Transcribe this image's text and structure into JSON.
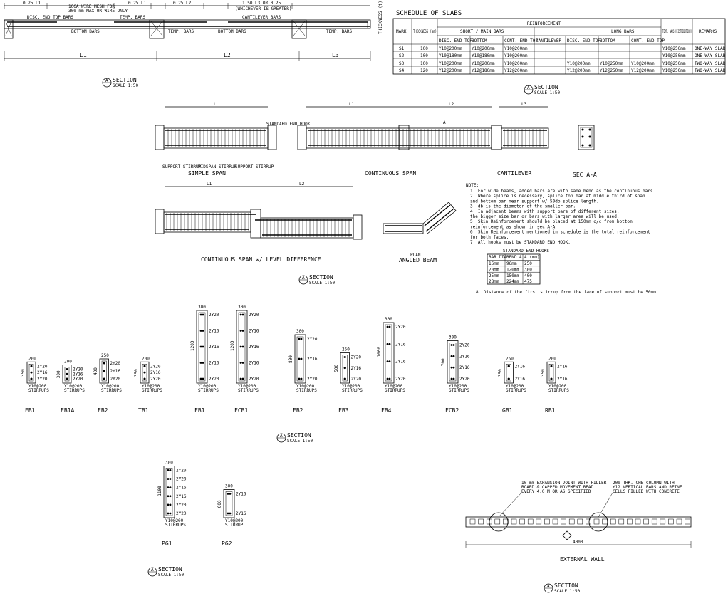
{
  "slab_section": {
    "dims_top": [
      "0.25 L1",
      "0.25 L1",
      "0.25 L2",
      "1.50 L3 OR 0.25 L",
      "(WHICHEVER IS GREATER)"
    ],
    "wire_mesh_note": [
      "10GA WIRE MESH FOR",
      "300 mm MAX OR WIRE ONLY"
    ],
    "bar_labels": [
      "DISC. END TOP BARS",
      "BOTTOM BARS",
      "TEMP. BARS",
      "TEMP. BARS",
      "BOTTOM BARS",
      "CANTILEVER BARS",
      "TEMP. BARS"
    ],
    "thickness_label": "THICKNESS (t)",
    "spans": [
      "L1",
      "L2",
      "L3"
    ]
  },
  "section_marks": [
    {
      "letter": "A",
      "title": "SECTION",
      "scale": "SCALE 1:50"
    },
    {
      "letter": "A",
      "title": "SECTION",
      "scale": "SCALE 1:50"
    },
    {
      "letter": "A",
      "title": "SECTION",
      "scale": "SCALE 1:50"
    },
    {
      "letter": "A",
      "title": "SECTION",
      "scale": "SCALE 1:50"
    },
    {
      "letter": "A",
      "title": "SECTION",
      "scale": "SCALE 1:50"
    },
    {
      "letter": "A",
      "title": "SECTION",
      "scale": "SCALE 1:50"
    }
  ],
  "schedule": {
    "title": "SCHEDULE OF SLABS",
    "headers": {
      "mark": "MARK",
      "thickness": "THICKNESS (mm)",
      "reinforcement": "REINFORCEMENT",
      "short_main": "SHORT / MAIN BARS",
      "long_bars": "LONG BARS",
      "temp_bars": "TEMP. BARS (DISTRIBUTION)",
      "remarks": "REMARKS",
      "sub": [
        "DISC. END TOP",
        "BOTTOM",
        "CONT. END TOP",
        "CANTILEVER",
        "DISC. END TOP",
        "BOTTOM",
        "CONT. END TOP"
      ]
    },
    "rows": [
      {
        "mark": "S1",
        "t": "100",
        "c": [
          "Y10@200mm",
          "Y10@200mm",
          "Y10@200mm",
          "",
          "",
          "",
          "",
          "Y10@250mm"
        ],
        "remark": "ONE-WAY SLAB"
      },
      {
        "mark": "S2",
        "t": "100",
        "c": [
          "Y10@180mm",
          "Y10@180mm",
          "Y10@200mm",
          "",
          "",
          "",
          "",
          "Y10@250mm"
        ],
        "remark": "ONE-WAY SLAB"
      },
      {
        "mark": "S3",
        "t": "100",
        "c": [
          "Y10@200mm",
          "Y10@200mm",
          "Y10@200mm",
          "",
          "Y10@200mm",
          "Y10@250mm",
          "Y10@200mm",
          "Y10@250mm"
        ],
        "remark": "TWO-WAY SLAB"
      },
      {
        "mark": "S4",
        "t": "120",
        "c": [
          "Y12@200mm",
          "Y12@180mm",
          "Y12@200mm",
          "",
          "Y12@200mm",
          "Y12@250mm",
          "Y12@200mm",
          "Y10@250mm"
        ],
        "remark": "TWO-WAY SLAB"
      }
    ]
  },
  "beam_details": {
    "captions": [
      "SIMPLE SPAN",
      "CONTINUOUS SPAN",
      "CANTILEVER",
      "SEC A-A",
      "CONTINUOUS SPAN w/ LEVEL DIFFERENCE",
      "PLAN",
      "ANGLED BEAM"
    ],
    "stirrup_labels": [
      "SUPPORT STIRRUP",
      "MIDSPAN STIRRUP",
      "SUPPORT STIRRUP"
    ],
    "std_hook": "STANDARD END HOOK",
    "spans": [
      "L",
      "L1",
      "L2",
      "L3"
    ]
  },
  "notes": {
    "title": "NOTE:",
    "items": [
      "1. For wide beams, added bars are with same bend as the continuous bars.",
      "2. Where splice is necessary, splice top bar at middle third of span",
      "   and bottom bar near support w/ 50db splice length.",
      "3. db is the diameter of the smaller bar.",
      "4. In adjacent beams with support bars of different sizes,",
      "   the bigger size bar or bars with larger area will be used.",
      "5. Skin Reinforcement should be placed at 150mm o/c from bottom",
      "   reinforcement as shown in sec A-A",
      "6. Skin Reinforcement mentioned in schedule is the total reinforcement",
      "   for both faces.",
      "7. All hooks must be STANDARD END HOOK."
    ],
    "hook_title": "STANDARD END HOOKS",
    "hook_headers": [
      "BAR DIA.",
      "BEND A",
      "A (mm)"
    ],
    "hook_rows": [
      [
        "16mm",
        "96mm",
        "250"
      ],
      [
        "20mm",
        "120mm",
        "300"
      ],
      [
        "25mm",
        "150mm",
        "400"
      ],
      [
        "28mm",
        "224mm",
        "475"
      ]
    ],
    "item8": "8. Distance of the first stirrup from the face of support must be 50mm."
  },
  "beams": [
    {
      "name": "EB1",
      "w": "200",
      "h": "350",
      "bars": [
        "2Y20",
        "2Y16",
        "2Y20"
      ],
      "stirrup": [
        "Y10@200",
        "STIRRUPS"
      ]
    },
    {
      "name": "EB1A",
      "w": "200",
      "h": "300",
      "bars": [
        "2Y20",
        "2Y16",
        "2Y20"
      ],
      "stirrup": [
        "Y10@200",
        "STIRRUPS"
      ]
    },
    {
      "name": "EB2",
      "w": "250",
      "h": "400",
      "bars": [
        "2Y20",
        "2Y16",
        "2Y20"
      ],
      "stirrup": [
        "Y10@200",
        "STIRRUPS"
      ]
    },
    {
      "name": "TB1",
      "w": "200",
      "h": "350",
      "bars": [
        "2Y20",
        "2Y16",
        "2Y20"
      ],
      "stirrup": [
        "Y10@200",
        "STIRRUPS"
      ]
    },
    {
      "name": "FB1",
      "w": "300",
      "h": "1200",
      "bars": [
        "2Y20",
        "2Y16",
        "2Y16",
        "2Y16",
        "2Y20"
      ],
      "stirrup": [
        "Y10@200",
        "STIRRUPS"
      ]
    },
    {
      "name": "FCB1",
      "w": "300",
      "h": "1200",
      "bars": [
        "2Y20",
        "2Y16",
        "2Y16",
        "2Y16",
        "2Y20"
      ],
      "stirrup": [
        "Y10@200",
        "STIRRUPS"
      ]
    },
    {
      "name": "FB2",
      "w": "300",
      "h": "800",
      "bars": [
        "2Y20",
        "2Y16",
        "2Y20"
      ],
      "stirrup": [
        "Y10@200",
        "STIRRUPS"
      ]
    },
    {
      "name": "FB3",
      "w": "250",
      "h": "500",
      "bars": [
        "2Y20",
        "2Y16",
        "2Y20"
      ],
      "stirrup": [
        "Y10@200",
        "STIRRUPS"
      ]
    },
    {
      "name": "FB4",
      "w": "300",
      "h": "1000",
      "bars": [
        "2Y20",
        "2Y16",
        "2Y16",
        "2Y20"
      ],
      "stirrup": [
        "Y10@200",
        "STIRRUPS"
      ]
    },
    {
      "name": "FCB2",
      "w": "300",
      "h": "700",
      "bars": [
        "2Y20",
        "2Y16",
        "2Y16",
        "2Y20"
      ],
      "stirrup": [
        "Y10@200",
        "STIRRUPS"
      ]
    },
    {
      "name": "GB1",
      "w": "250",
      "h": "350",
      "bars": [
        "2Y16",
        "2Y16"
      ],
      "stirrup": [
        "Y10@200",
        "STIRRUPS"
      ]
    },
    {
      "name": "RB1",
      "w": "200",
      "h": "350",
      "bars": [
        "2Y16",
        "2Y16"
      ],
      "stirrup": [
        "Y10@200",
        "STIRRUPS"
      ]
    }
  ],
  "girders": [
    {
      "name": "PG1",
      "w": "300",
      "h": "1100",
      "bars": [
        "2Y20",
        "2Y20",
        "2Y16",
        "2Y16",
        "2Y20",
        "2Y20"
      ],
      "stirrup": [
        "Y10@200",
        "STIRRUPS"
      ]
    },
    {
      "name": "PG2",
      "w": "300",
      "h": "600",
      "bars": [
        "2Y16",
        "2Y16"
      ],
      "stirrup": [
        "Y10@200",
        "STIRRUP"
      ]
    }
  ],
  "wall": {
    "caption": "EXTERNAL WALL",
    "note_left": [
      "10 mm EXPANSION JOINT WITH FILLER",
      "BOARD & CAPPED MOVEMENT BEAD",
      "EVERY 4.0 M OR AS SPECIFIED"
    ],
    "note_right": [
      "200 THK. CHB COLUMN WITH",
      "Y12 VERTICAL BARS AND REINF.",
      "CELLS FILLED WITH CONCRETE"
    ],
    "dim": "4000"
  }
}
